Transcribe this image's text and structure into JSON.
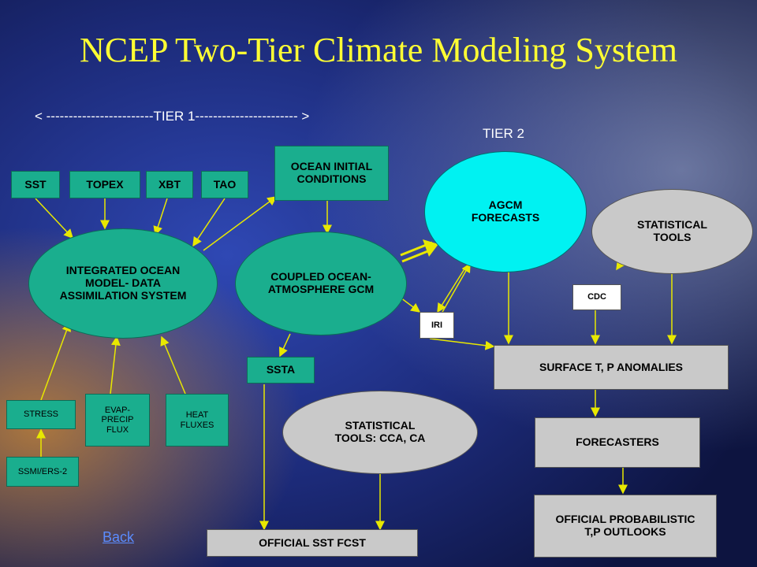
{
  "title": "NCEP Two-Tier Climate Modeling System",
  "tier1_label": "< ------------------------TIER  1----------------------- >",
  "tier2_label": "TIER 2",
  "nodes": {
    "sst": "SST",
    "topex": "TOPEX",
    "xbt": "XBT",
    "tao": "TAO",
    "ocean_initial": "OCEAN INITIAL CONDITIONS",
    "integrated": "INTEGRATED OCEAN MODEL- DATA ASSIMILATION SYSTEM",
    "coupled": "COUPLED OCEAN- ATMOSPHERE GCM",
    "agcm": "AGCM FORECASTS",
    "stat_tools": "STATISTICAL TOOLS",
    "cdc": "CDC",
    "iri": "IRI",
    "ssta": "SSTA",
    "surface": "SURFACE T, P ANOMALIES",
    "stress": "STRESS",
    "evap": "EVAP- PRECIP FLUX",
    "heat": "HEAT FLUXES",
    "ssmi": "SSMI/ERS-2",
    "stat_cca": "STATISTICAL TOOLS: CCA, CA",
    "forecasters": "FORECASTERS",
    "official_sst": "OFFICIAL SST FCST",
    "official_prob": "OFFICIAL PROBABILISTIC T,P OUTLOOKS"
  },
  "back_link": "Back",
  "colors": {
    "title": "#ffff33",
    "teal": "#1aae8e",
    "cyan": "#00f2f2",
    "gray": "#c9c9c9",
    "arrow": "#e8e800",
    "background": "#1c2a78"
  }
}
